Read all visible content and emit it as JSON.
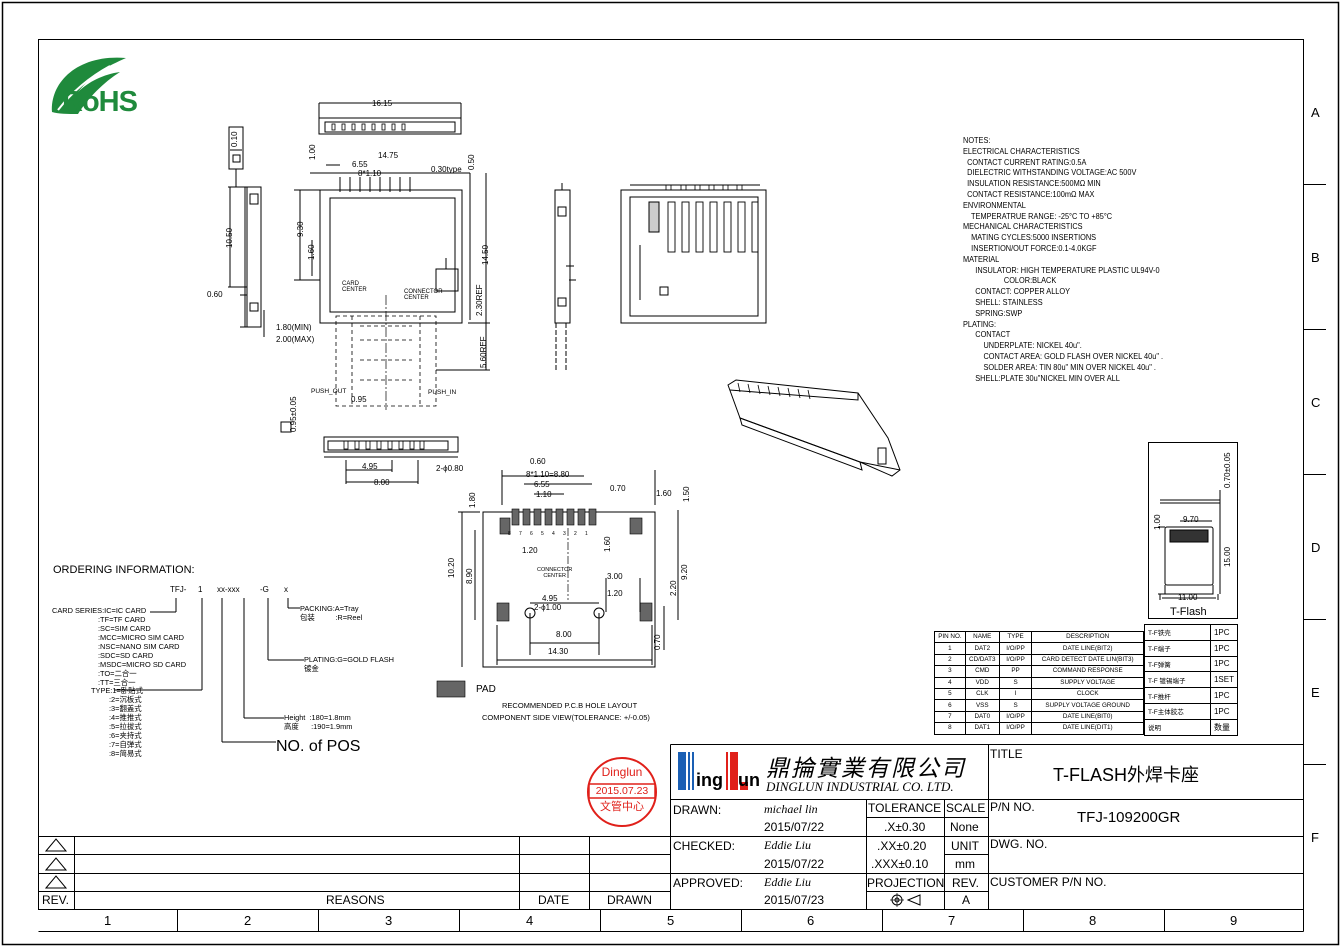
{
  "border": {
    "row_labels": [
      "A",
      "B",
      "C",
      "D",
      "E",
      "F"
    ],
    "col_labels": [
      "1",
      "2",
      "3",
      "4",
      "5",
      "6",
      "7",
      "8",
      "9"
    ]
  },
  "rohs": {
    "label": "RoHS",
    "brand_color": "#1f8a3c"
  },
  "notes": [
    "NOTES:",
    "ELECTRICAL CHARACTERISTICS",
    "  CONTACT CURRENT RATING:0.5A",
    "  DIELECTRIC WITHSTANDING VOLTAGE:AC 500V",
    "  INSULATION RESISTANCE:500MΩ MIN",
    "  CONTACT RESISTANCE:100mΩ MAX",
    "ENVIRONMENTAL",
    "    TEMPERATRUE RANGE: -25°C TO +85°C",
    "MECHANICAL CHARACTERISTICS",
    "    MATING CYCLES:5000 INSERTIONS",
    "    INSERTION/OUT FORCE:0.1-4.0KGF",
    "MATERIAL",
    "      INSULATOR: HIGH TEMPERATURE PLASTIC UL94V-0",
    "                    COLOR:BLACK",
    "      CONTACT: COPPER ALLOY",
    "      SHELL: STAINLESS",
    "      SPRING:SWP",
    "PLATING:",
    "      CONTACT",
    "          UNDERPLATE: NICKEL 40u\".",
    "          CONTACT AREA: GOLD FLASH OVER NICKEL 40u\" .",
    "          SOLDER AREA: TIN 80u\" MIN OVER NICKEL 40u\" .",
    "      SHELL:PLATE 30u\"NICKEL MIN OVER ALL"
  ],
  "ordering": {
    "title": "ORDERING  INFORMATION:",
    "code_parts": [
      "TFJ-",
      "1",
      "xx-xxx",
      "-G",
      "x"
    ],
    "card_series": [
      "CARD SERIES:IC=IC CARD",
      ":TF=TF CARD",
      ":SC=SIM CARD",
      ":MCC=MICRO SIM CARD",
      ":NSC=NANO SIM CARD",
      ":SDC=SD CARD",
      ":MSDC=MICRO SD CARD",
      ":TO=二合一",
      ":TT=三合一"
    ],
    "type": [
      "TYPE:1=卧贴式",
      ":2=沉板式",
      ":3=翻盖式",
      ":4=推推式",
      ":5=拉拔式",
      ":6=夹持式",
      ":7=自弹式",
      ":8=简易式"
    ],
    "packing": [
      "PACKING:A=Tray",
      "包装          :R=Reel"
    ],
    "plating": [
      "PLATING:G=GOLD FLASH",
      "镀金"
    ],
    "height": [
      "Height  :180=1.8mm",
      "高度      :190=1.9mm"
    ],
    "pos": "NO. of POS"
  },
  "drawing_labels": {
    "card_center": "CARD\nCENTER",
    "connector_center": "CONNECTOR\nCENTER",
    "push_out": "PUSH_OUT",
    "push_in": "PUSH_IN",
    "pad": "PAD",
    "pcb_layout": "RECOMMENDED P.C.B HOLE LAYOUT",
    "component_side": "COMPONENT SIDE VIEW(TOLERANCE: +/-0.05)",
    "connector_center2": "CONNECTOR\nCENTER",
    "tflash": "T-Flash",
    "pin_numbers": [
      "8",
      "7",
      "6",
      "5",
      "4",
      "3",
      "2",
      "1"
    ]
  },
  "dimensions": {
    "top_width": "16.15",
    "w_1475": "14.75",
    "w_655": "6.55",
    "w_8x110": "8*1.10",
    "w_030": "0.30type",
    "h_100": "1.00",
    "h_050": "0.50",
    "h_930": "9.30",
    "h_160": "1.60",
    "h_1450": "14.50",
    "h_230": "2.30REF",
    "h_560": "5.60REF",
    "side_010": "0.10",
    "side_1050": "10.50",
    "side_060": "0.60",
    "min_180": "1.80(MIN)",
    "max_200": "2.00(MAX)",
    "h_095": "0.95±0.05",
    "w_095": "0.95",
    "w_495": "4.95",
    "w_800": "8.00",
    "d_080": "2-ϕ0.80",
    "p_060": "0.60",
    "p_8x110": "8*1.10=8.80",
    "p_655": "6.55",
    "p_110": "1.10",
    "p_070": "0.70",
    "p_160": "1.60",
    "p_150": "1.50",
    "p_180": "1.80",
    "p_120": "1.20",
    "p_160b": "1.60",
    "p_1020": "10.20",
    "p_890": "8.90",
    "p_920": "9.20",
    "p_300": "3.00",
    "p_120b": "1.20",
    "p_220": "2.20",
    "p_495": "4.95",
    "p_d100": "2-ϕ1.00",
    "p_800": "8.00",
    "p_1430": "14.30",
    "p_070b": "0.70",
    "c_070": "0.70±0.05",
    "c_100": "1.00",
    "c_970": "9.70",
    "c_1500": "15.00",
    "c_1100": "11.00"
  },
  "pin_table": {
    "headers": [
      "PIN NO.",
      "NAME",
      "TYPE",
      "DESCRIPTION"
    ],
    "rows": [
      [
        "1",
        "DAT2",
        "I/O/PP",
        "DATE LINE(BIT2)"
      ],
      [
        "2",
        "CD/DAT3",
        "I/O/PP",
        "CARD DETECT DATE LIN(BIT3)"
      ],
      [
        "3",
        "CMD",
        "PP",
        "COMMAND RESPONSE"
      ],
      [
        "4",
        "VDD",
        "S",
        "SUPPLY VOLTAGE"
      ],
      [
        "5",
        "CLK",
        "I",
        "CLOCK"
      ],
      [
        "6",
        "VSS",
        "S",
        "SUPPLY VOLTAGE GROUND"
      ],
      [
        "7",
        "DAT0",
        "I/O/PP",
        "DATE LINE(BIT0)"
      ],
      [
        "8",
        "DAT1",
        "I/O/PP",
        "DATE LINE(DIT1)"
      ]
    ]
  },
  "bom_table": {
    "rows": [
      [
        "T-F铁壳",
        "1PC"
      ],
      [
        "T-F端子",
        "1PC"
      ],
      [
        "T-F弹簧",
        "1PC"
      ],
      [
        "T-F 镀锡端子",
        "1SET"
      ],
      [
        "T-F推杆",
        "1PC"
      ],
      [
        "T-F主体胶芯",
        "1PC"
      ],
      [
        "说明",
        "数量"
      ]
    ]
  },
  "stamp": {
    "top": "Dinglun",
    "date": "2015.07.23",
    "bottom": "文管中心",
    "color": "#e0201a"
  },
  "company": {
    "logo_left": "ing",
    "logo_right": "un",
    "chinese": "鼎掄實業有限公司",
    "english": "DINGLUN INDUSTRIAL CO. LTD."
  },
  "title_block": {
    "drawn_label": "DRAWN:",
    "drawn_name": "michael lin",
    "drawn_date": "2015/07/22",
    "checked_label": "CHECKED:",
    "checked_name": "Eddie Liu",
    "checked_date": "2015/07/22",
    "approved_label": "APPROVED:",
    "approved_name": "Eddie Liu",
    "approved_date": "2015/07/23",
    "tolerance_label": "TOLERANCE",
    "tol_x": ".X±0.30",
    "tol_xx": ".XX±0.20",
    "tol_xxx": ".XXX±0.10",
    "projection_label": "PROJECTION",
    "scale_label": "SCALE",
    "scale_value": "None",
    "unit_label": "UNIT",
    "unit_value": "mm",
    "rev_label": "REV.",
    "rev_value": "A",
    "title_label": "TITLE",
    "title_value": "T-FLASH外焊卡座",
    "pn_label": "P/N  NO.",
    "pn_value": "TFJ-109200GR",
    "dwg_label": "DWG.  NO.",
    "customer_label": "CUSTOMER  P/N  NO."
  },
  "revision_block": {
    "rev_label": "REV.",
    "reasons_label": "REASONS",
    "date_label": "DATE",
    "drawn_label": "DRAWN"
  }
}
